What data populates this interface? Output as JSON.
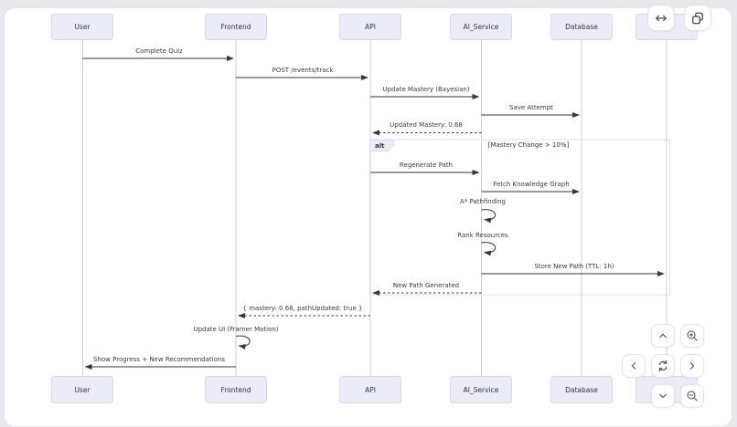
{
  "diagram": {
    "type": "sequence-diagram",
    "actors": [
      {
        "label": "User"
      },
      {
        "label": "Frontend"
      },
      {
        "label": "API"
      },
      {
        "label": "AI_Service"
      },
      {
        "label": "Database"
      },
      {
        "label": ""
      }
    ],
    "alt_block": {
      "operator": "alt",
      "condition": "[Mastery Change > 10%]"
    },
    "messages": [
      {
        "from": "User",
        "to": "Frontend",
        "label": "Complete Quiz",
        "line": "solid"
      },
      {
        "from": "Frontend",
        "to": "API",
        "label": "POST /events/track",
        "line": "solid"
      },
      {
        "from": "API",
        "to": "AI_Service",
        "label": "Update Mastery (Bayesian)",
        "line": "solid"
      },
      {
        "from": "AI_Service",
        "to": "Database",
        "label": "Save Attempt",
        "line": "solid"
      },
      {
        "from": "AI_Service",
        "to": "API",
        "label": "Updated Mastery: 0.68",
        "line": "dashed"
      },
      {
        "from": "API",
        "to": "AI_Service",
        "label": "Regenerate Path",
        "line": "solid",
        "in_alt": true
      },
      {
        "from": "AI_Service",
        "to": "Database",
        "label": "Fetch Knowledge Graph",
        "line": "solid",
        "in_alt": true
      },
      {
        "from": "AI_Service",
        "to": "AI_Service",
        "label": "A* Pathfinding",
        "line": "self",
        "in_alt": true
      },
      {
        "from": "AI_Service",
        "to": "AI_Service",
        "label": "Rank Resources",
        "line": "self",
        "in_alt": true
      },
      {
        "from": "AI_Service",
        "to": "",
        "label": "Store New Path (TTL: 1h)",
        "line": "solid",
        "in_alt": true
      },
      {
        "from": "AI_Service",
        "to": "API",
        "label": "New Path Generated",
        "line": "dashed",
        "in_alt": true
      },
      {
        "from": "API",
        "to": "Frontend",
        "label": "{ mastery: 0.68, pathUpdated: true }",
        "line": "dashed"
      },
      {
        "from": "Frontend",
        "to": "Frontend",
        "label": "Update UI (Framer Motion)",
        "line": "self"
      },
      {
        "from": "Frontend",
        "to": "User",
        "label": "Show Progress + New Recommendations",
        "line": "solid"
      }
    ]
  },
  "toolbar": {
    "buttons": [
      {
        "name": "expand-width",
        "icon": "horizontal-arrows-icon"
      },
      {
        "name": "copy",
        "icon": "copy-icon"
      }
    ]
  },
  "pan_zoom_controls": {
    "buttons": [
      {
        "name": "pan-up",
        "icon": "chevron-up-icon"
      },
      {
        "name": "zoom-in",
        "icon": "magnifier-plus-icon"
      },
      {
        "name": "pan-left",
        "icon": "chevron-left-icon"
      },
      {
        "name": "reset-view",
        "icon": "refresh-icon"
      },
      {
        "name": "pan-right",
        "icon": "chevron-right-icon"
      },
      {
        "name": "pan-down",
        "icon": "chevron-down-icon"
      },
      {
        "name": "zoom-out",
        "icon": "magnifier-minus-icon"
      }
    ]
  },
  "colors": {
    "page_background": "#E8E9ED",
    "canvas_background": "#FFFFFF",
    "actor_fill": "#ECECF9",
    "actor_border": "#D8D8EC",
    "lifeline": "#CFCFD8",
    "arrow": "#36363C",
    "alt_frame_border": "#DEDEF0",
    "button_border": "#E3E3E8",
    "icon": "#4A4A52"
  }
}
